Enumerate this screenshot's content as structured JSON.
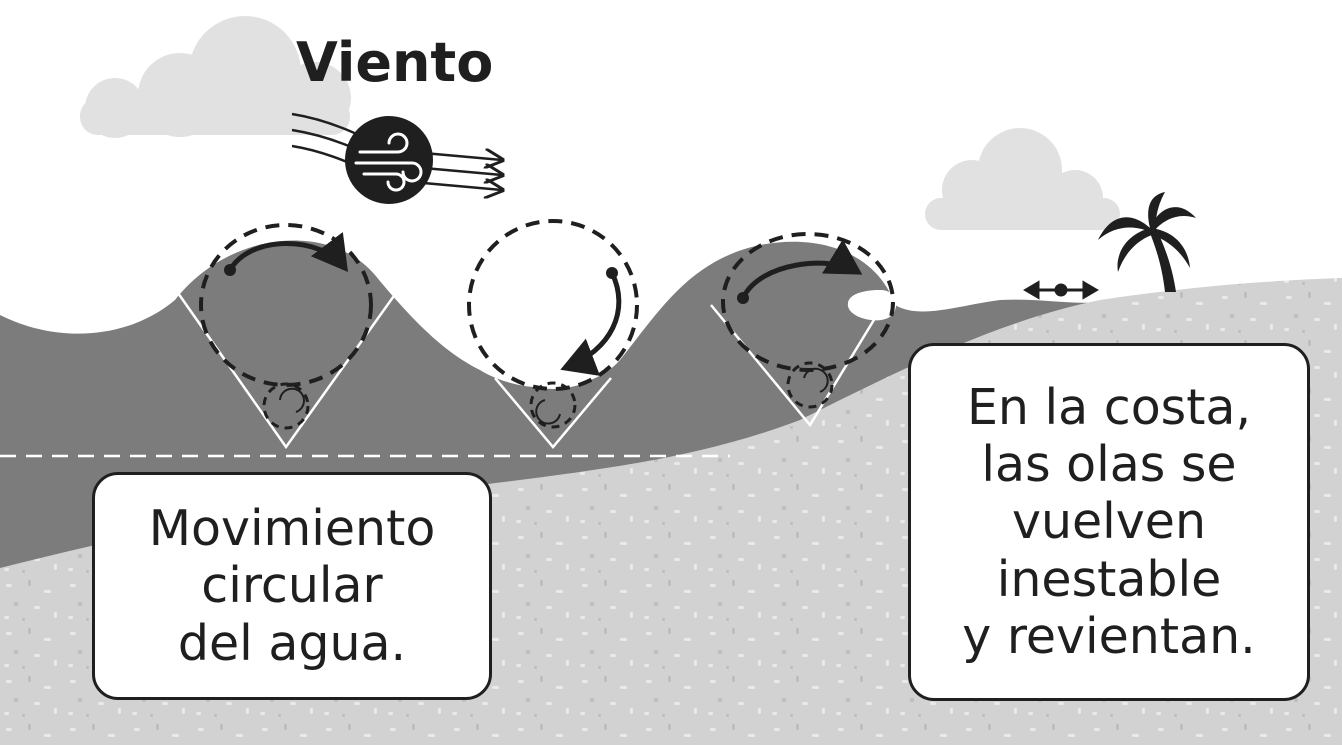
{
  "wind": {
    "label": "Viento",
    "icon": "wind-icon"
  },
  "callouts": {
    "left": {
      "lines": [
        "Movimiento",
        "circular",
        "del agua."
      ]
    },
    "right": {
      "lines": [
        "En la costa,",
        "las olas se",
        "vuelven",
        "inestable",
        "y revientan."
      ]
    }
  },
  "colors": {
    "water": "#7c7c7c",
    "sand": "#d2d2d2",
    "cloud": "#e1e1e1",
    "ink": "#1f1f1f",
    "background": "#ffffff"
  },
  "icons": [
    "cloud-icon",
    "wind-icon",
    "palm-tree-icon",
    "double-arrow-icon"
  ]
}
